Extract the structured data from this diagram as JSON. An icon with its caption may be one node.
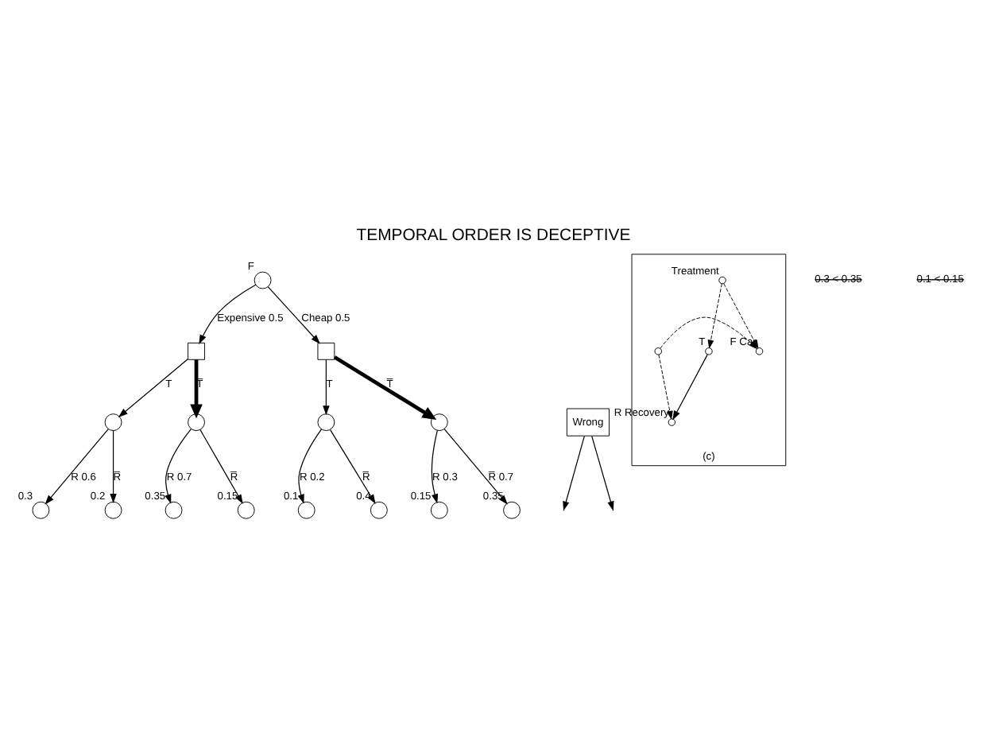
{
  "diagram": {
    "title": "TEMPORAL ORDER IS DECEPTIVE",
    "nodes": [
      {
        "text": [],
        "shape": "circle",
        "beside": [
          "F"
        ]
      },
      {
        "text": [],
        "shape": "box"
      },
      {
        "text": [],
        "shape": "box"
      },
      {
        "text": [],
        "shape": "circle"
      },
      {
        "text": [],
        "shape": "circle"
      },
      {
        "text": [],
        "shape": "circle"
      },
      {
        "text": [],
        "shape": "circle"
      },
      {
        "text": [],
        "shape": "circle",
        "beside": [
          "0.3"
        ]
      },
      {
        "text": [],
        "shape": "circle",
        "beside": [
          "0.2"
        ]
      },
      {
        "text": [],
        "shape": "circle",
        "beside": [
          "0.35"
        ]
      },
      {
        "text": [],
        "shape": "circle",
        "beside": [
          "0.15"
        ]
      },
      {
        "text": [],
        "shape": "circle",
        "beside": [
          "0.1"
        ]
      },
      {
        "text": [],
        "shape": "circle",
        "beside": [
          "0.4"
        ]
      },
      {
        "text": [],
        "shape": "circle",
        "beside": [
          "0.15"
        ]
      },
      {
        "text": [],
        "shape": "circle",
        "beside": [
          "0.35"
        ]
      },
      {
        "text": [
          "Wrong"
        ]
      },
      {
        "text": [
          "(c)"
        ]
      },
      {
        "text": [],
        "shape": "circle",
        "beside": [
          "Treatment"
        ],
        "in": 16
      },
      {
        "text": [],
        "shape": "circle",
        "beside": [
          "T"
        ],
        "in": 16
      },
      {
        "text": [],
        "shape": "circle",
        "beside": [
          "F",
          "Car"
        ],
        "in": 16
      },
      {
        "text": [],
        "shape": "circle",
        "in": 16
      },
      {
        "text": [],
        "shape": "circle",
        "beside": [
          "R",
          "Recovery"
        ],
        "in": 16
      }
    ],
    "edges": [
      {
        "from": 0,
        "to": 1,
        "arrow": "to",
        "label": "Expensive 0.5"
      },
      {
        "from": 0,
        "to": 2,
        "arrow": "to",
        "label": "Cheap 0.5"
      },
      {
        "from": 1,
        "to": 3,
        "arrow": "to",
        "label": "T"
      },
      {
        "from": 1,
        "to": 4,
        "arrow": "to",
        "label": "T̅",
        "style": "thick"
      },
      {
        "from": 2,
        "to": 5,
        "arrow": "to",
        "label": "T"
      },
      {
        "from": 2,
        "to": 6,
        "arrow": "to",
        "label": "T̅",
        "style": "thick"
      },
      {
        "from": 3,
        "to": 7,
        "arrow": "to",
        "label": "R 0.6"
      },
      {
        "from": 3,
        "to": 8,
        "arrow": "to",
        "label": "R̅"
      },
      {
        "from": 4,
        "to": 9,
        "arrow": "to",
        "label": "R 0.7"
      },
      {
        "from": 4,
        "to": 10,
        "arrow": "to",
        "label": "R̅"
      },
      {
        "from": 5,
        "to": 11,
        "arrow": "to",
        "label": "R 0.2"
      },
      {
        "from": 5,
        "to": 12,
        "arrow": "to",
        "label": "R̅"
      },
      {
        "from": 6,
        "to": 13,
        "arrow": "to",
        "label": "R 0.3"
      },
      {
        "from": 6,
        "to": 14,
        "arrow": "to",
        "label": "R̅ 0.7"
      },
      {
        "from": 15,
        "to": null,
        "arrow": "to"
      },
      {
        "from": 15,
        "to": null,
        "arrow": "to"
      },
      {
        "from": 17,
        "to": 18,
        "arrow": "to",
        "style": "dashed"
      },
      {
        "from": 17,
        "to": 19,
        "arrow": "to",
        "style": "dashed"
      },
      {
        "from": 18,
        "to": 21,
        "arrow": "to"
      },
      {
        "from": 20,
        "to": 19,
        "arrow": "to",
        "style": "dashed"
      },
      {
        "from": 20,
        "to": 21,
        "arrow": "to",
        "style": "dashed"
      }
    ],
    "labels": [
      "0.3 < 0.35",
      "0.1 < 0.15"
    ]
  }
}
